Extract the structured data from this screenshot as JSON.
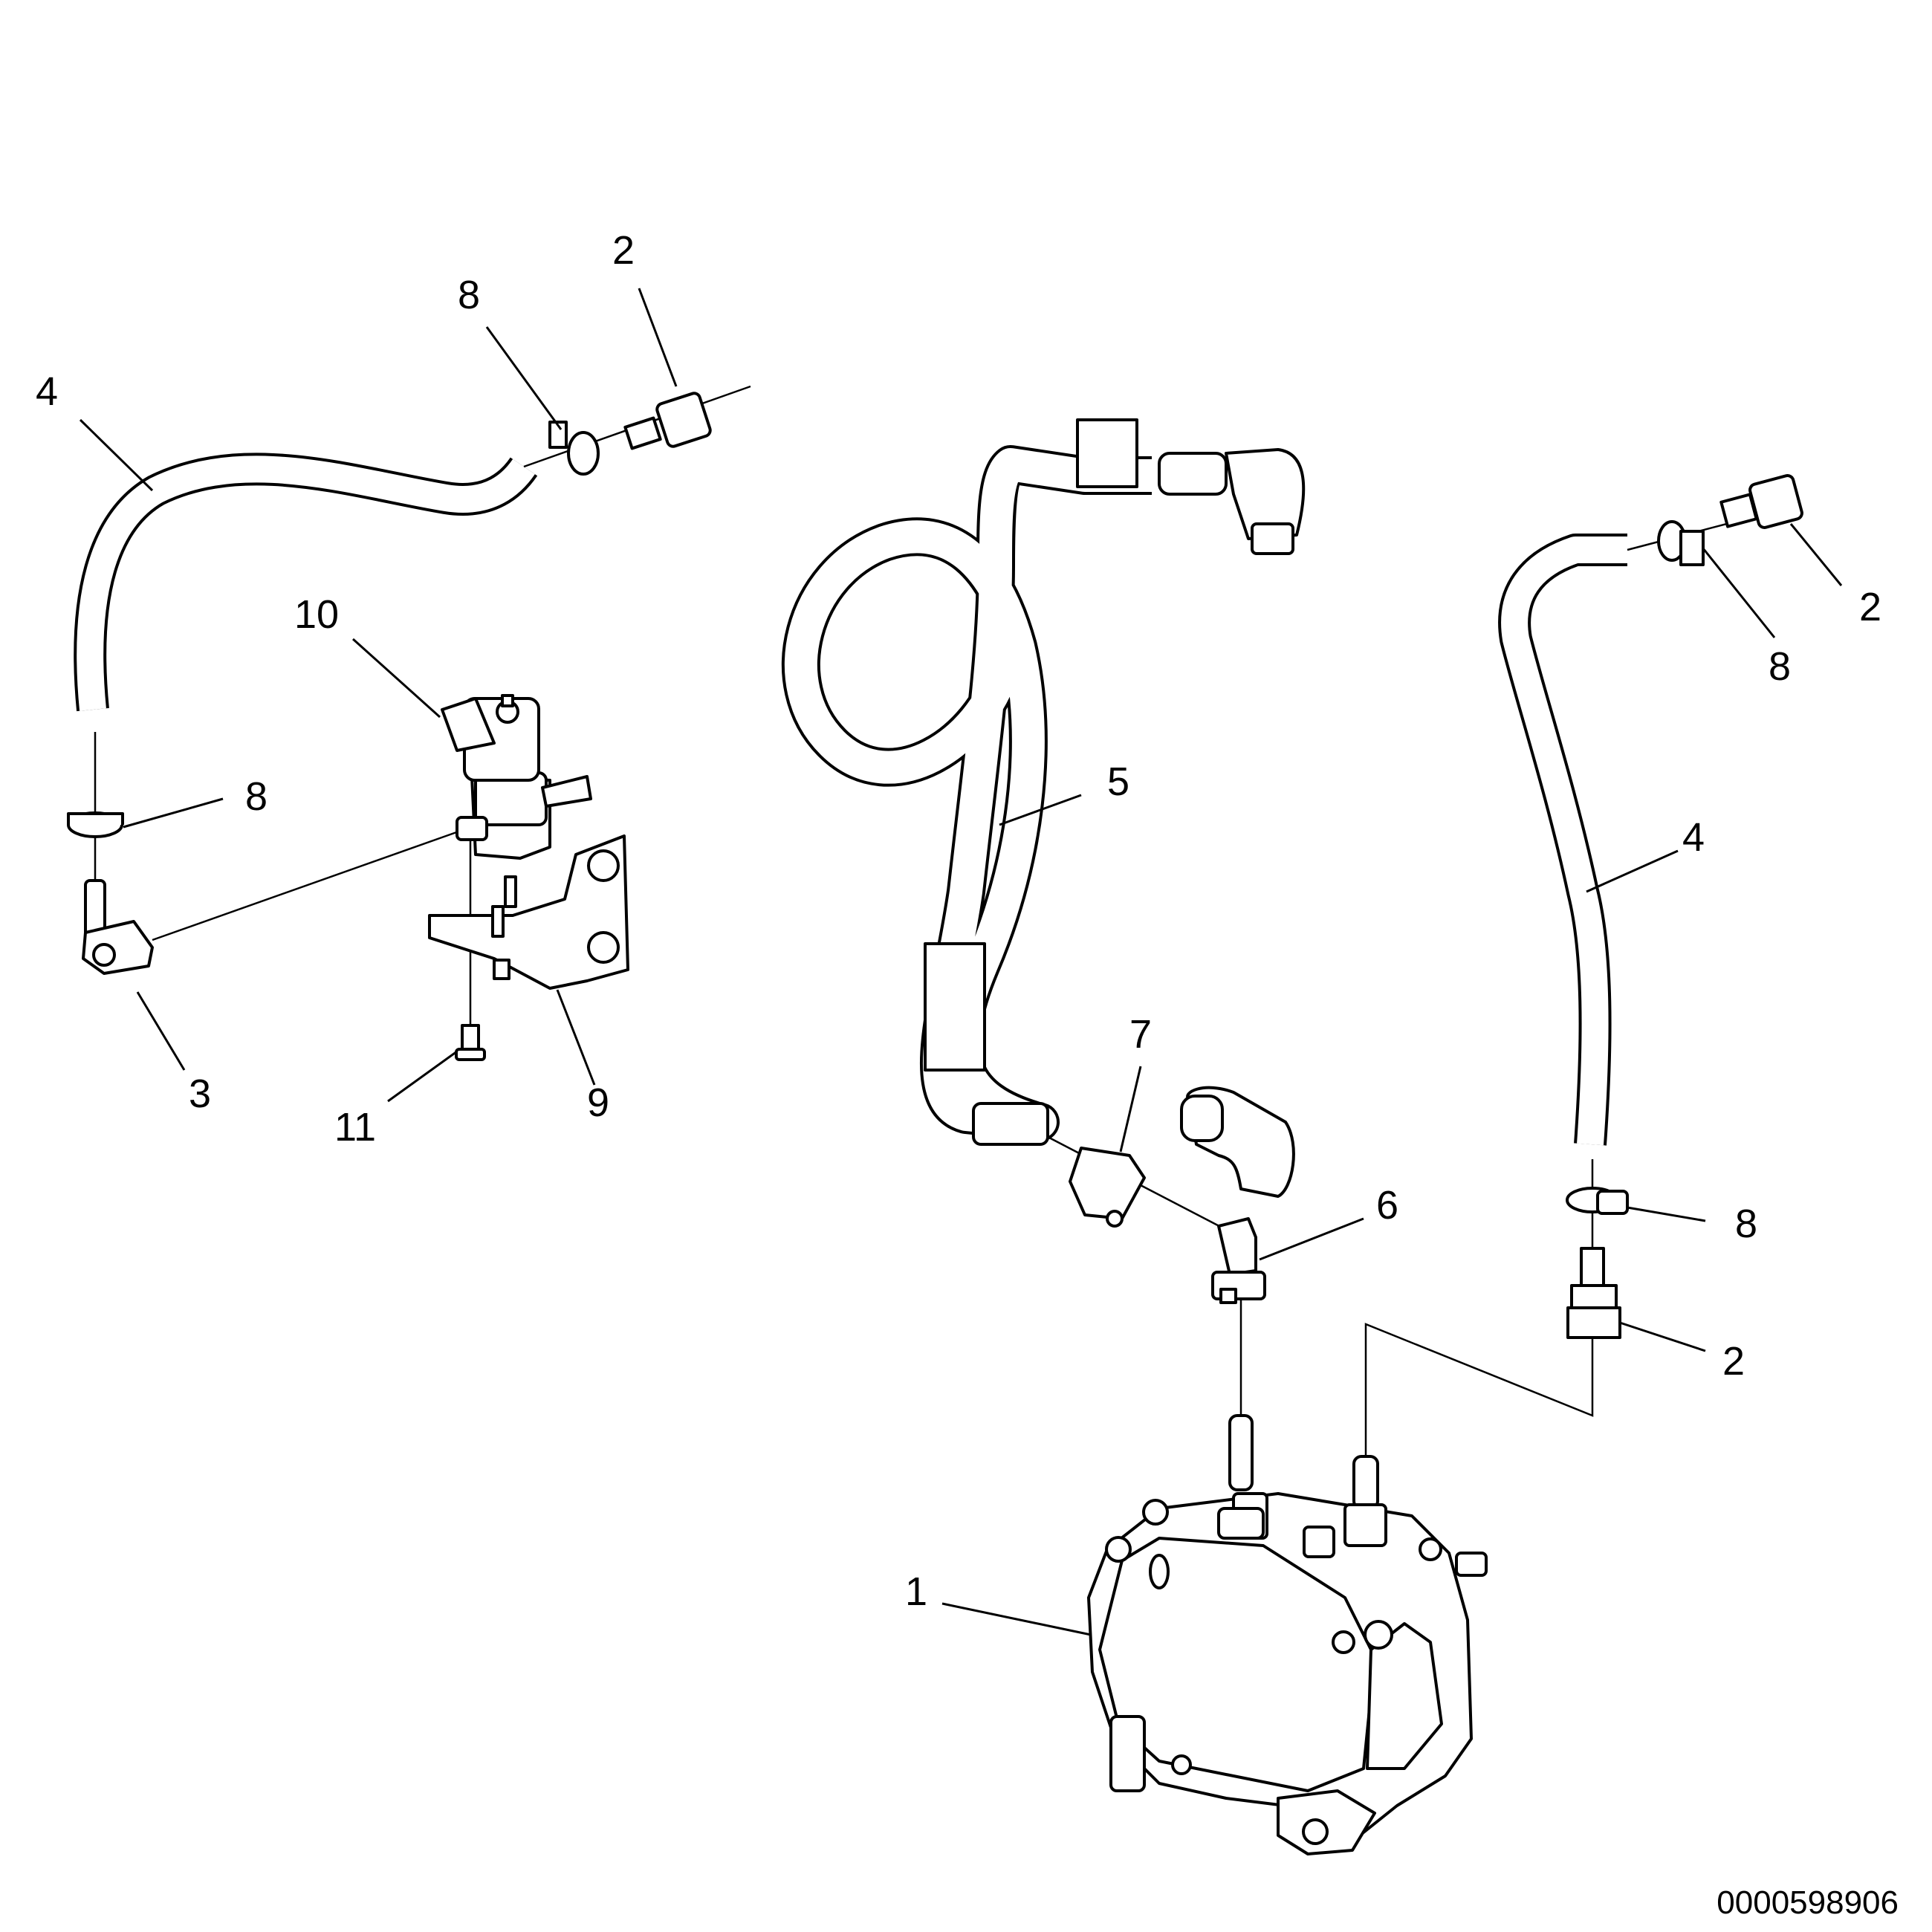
{
  "drawing": {
    "document_number": "0000598906"
  },
  "callouts": [
    {
      "id": "c-2-top-left",
      "text": "2"
    },
    {
      "id": "c-8-top-left",
      "text": "8"
    },
    {
      "id": "c-4-left",
      "text": "4"
    },
    {
      "id": "c-10",
      "text": "10"
    },
    {
      "id": "c-8-left",
      "text": "8"
    },
    {
      "id": "c-3",
      "text": "3"
    },
    {
      "id": "c-11",
      "text": "11"
    },
    {
      "id": "c-9",
      "text": "9"
    },
    {
      "id": "c-5",
      "text": "5"
    },
    {
      "id": "c-7",
      "text": "7"
    },
    {
      "id": "c-6",
      "text": "6"
    },
    {
      "id": "c-1",
      "text": "1"
    },
    {
      "id": "c-2-right-top",
      "text": "2"
    },
    {
      "id": "c-8-right-top",
      "text": "8"
    },
    {
      "id": "c-4-right",
      "text": "4"
    },
    {
      "id": "c-8-right-bottom",
      "text": "8"
    },
    {
      "id": "c-2-right-bottom",
      "text": "2"
    }
  ]
}
